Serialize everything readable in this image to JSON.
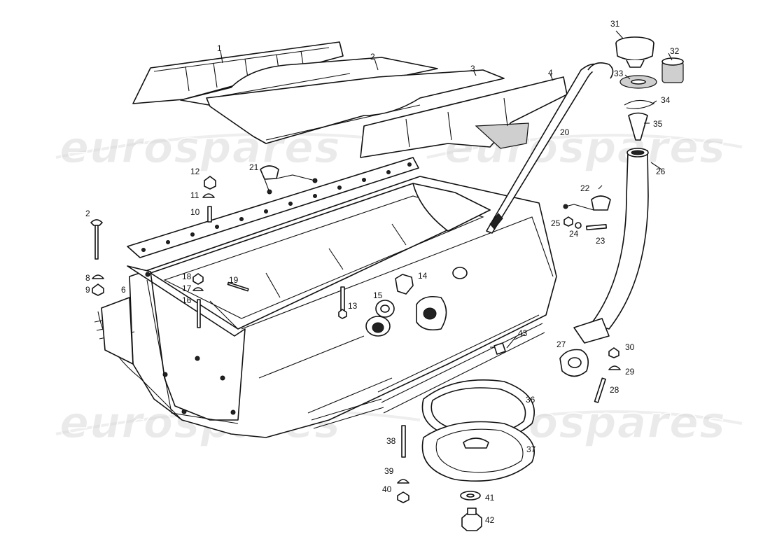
{
  "watermark": "eurospares",
  "callouts": [
    "1",
    "2",
    "3",
    "4",
    "20",
    "31",
    "32",
    "33",
    "34",
    "35",
    "26",
    "21",
    "12",
    "11",
    "10",
    "2",
    "22",
    "25",
    "24",
    "23",
    "8",
    "9",
    "6",
    "18",
    "17",
    "16",
    "19",
    "13",
    "15",
    "14",
    "43",
    "27",
    "30",
    "29",
    "28",
    "36",
    "38",
    "37",
    "39",
    "40",
    "41",
    "42"
  ]
}
